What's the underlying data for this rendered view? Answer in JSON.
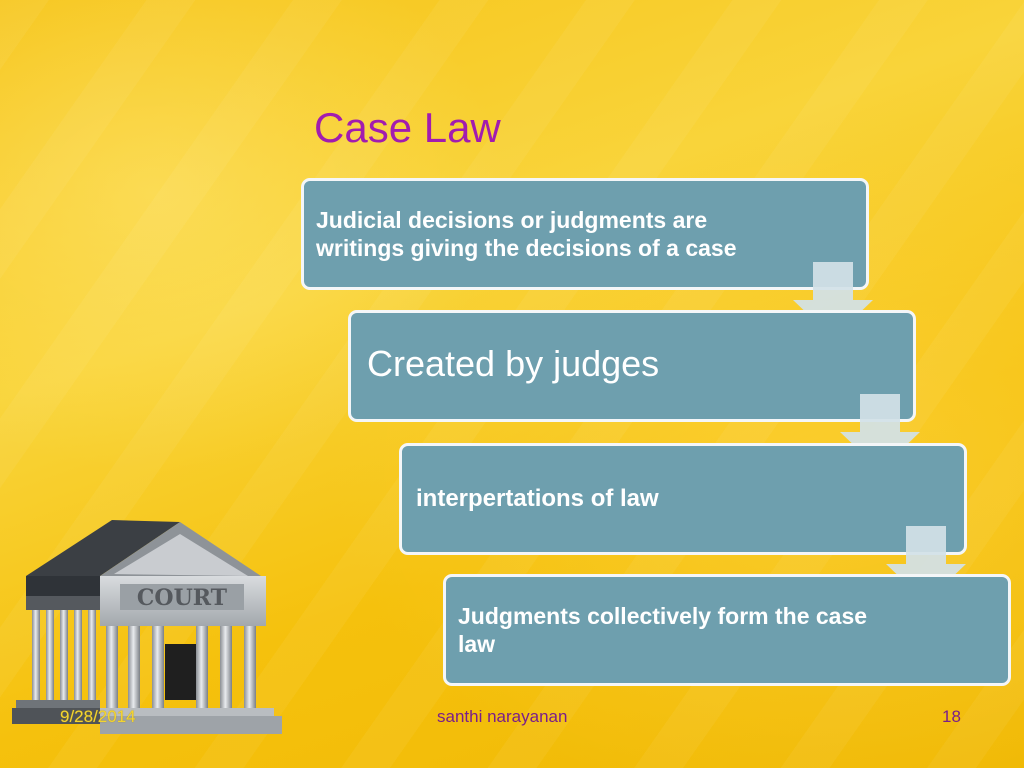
{
  "slide": {
    "title": "Case Law",
    "steps": [
      {
        "text": "Judicial decisions or judgments are writings giving the decisions of a case"
      },
      {
        "text": "Created by judges"
      },
      {
        "text": "interpertations of law"
      },
      {
        "text": "Judgments collectively form the case law"
      }
    ],
    "building_sign": "COURT"
  },
  "footer": {
    "date": "9/28/2014",
    "author": "santhi narayanan",
    "page": "18"
  },
  "colors": {
    "title": "#a21caf",
    "box_fill": "#6e9fae",
    "box_border": "#f4f6f8",
    "arrow_fill": "#d2e1e7",
    "footer_text": "#7a1e8a"
  }
}
